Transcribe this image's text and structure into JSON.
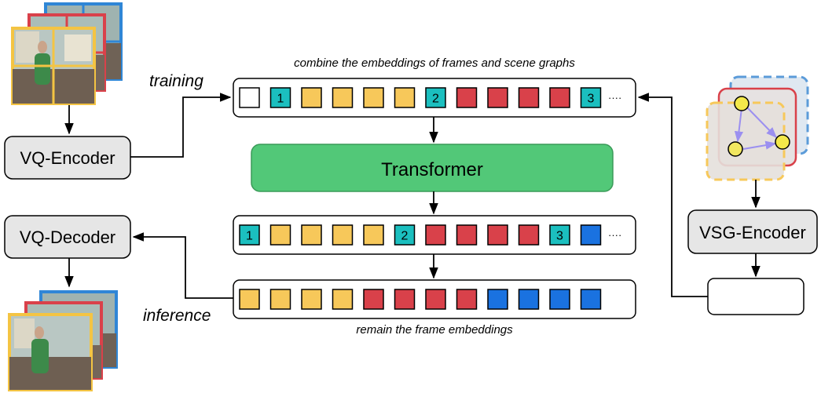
{
  "labels": {
    "combine_caption": "combine the embeddings of frames and scene graphs",
    "remain_caption": "remain the frame embeddings",
    "training": "training",
    "inference": "inference",
    "transformer": "Transformer",
    "vq_encoder": "VQ-Encoder",
    "vq_decoder": "VQ-Decoder",
    "vsg_encoder": "VSG-Encoder",
    "ellipsis": "····"
  },
  "colors": {
    "teal": "#1bbfbf",
    "yellow": "#f7c85a",
    "red": "#d9414a",
    "blue": "#1a72e0",
    "empty": "#ffffff",
    "transformer_fill": "#52c878",
    "transformer_stroke": "#3a9a58",
    "encoder_fill": "#e6e6e6",
    "graph_node": "#f3e84a",
    "graph_edge": "#9b8ff0"
  },
  "sequences": {
    "training_input": [
      {
        "color": "empty",
        "label": ""
      },
      {
        "color": "teal",
        "label": "1"
      },
      {
        "color": "yellow",
        "label": ""
      },
      {
        "color": "yellow",
        "label": ""
      },
      {
        "color": "yellow",
        "label": ""
      },
      {
        "color": "yellow",
        "label": ""
      },
      {
        "color": "teal",
        "label": "2"
      },
      {
        "color": "red",
        "label": ""
      },
      {
        "color": "red",
        "label": ""
      },
      {
        "color": "red",
        "label": ""
      },
      {
        "color": "red",
        "label": ""
      },
      {
        "color": "teal",
        "label": "3"
      }
    ],
    "transformer_output": [
      {
        "color": "teal",
        "label": "1"
      },
      {
        "color": "yellow",
        "label": ""
      },
      {
        "color": "yellow",
        "label": ""
      },
      {
        "color": "yellow",
        "label": ""
      },
      {
        "color": "yellow",
        "label": ""
      },
      {
        "color": "teal",
        "label": "2"
      },
      {
        "color": "red",
        "label": ""
      },
      {
        "color": "red",
        "label": ""
      },
      {
        "color": "red",
        "label": ""
      },
      {
        "color": "red",
        "label": ""
      },
      {
        "color": "teal",
        "label": "3"
      },
      {
        "color": "blue",
        "label": ""
      }
    ],
    "frame_embeddings": [
      {
        "color": "yellow",
        "label": ""
      },
      {
        "color": "yellow",
        "label": ""
      },
      {
        "color": "yellow",
        "label": ""
      },
      {
        "color": "yellow",
        "label": ""
      },
      {
        "color": "red",
        "label": ""
      },
      {
        "color": "red",
        "label": ""
      },
      {
        "color": "red",
        "label": ""
      },
      {
        "color": "red",
        "label": ""
      },
      {
        "color": "blue",
        "label": ""
      },
      {
        "color": "blue",
        "label": ""
      },
      {
        "color": "blue",
        "label": ""
      },
      {
        "color": "blue",
        "label": ""
      }
    ],
    "scene_graph_tokens": [
      {
        "color": "teal",
        "label": "1"
      },
      {
        "color": "teal",
        "label": "2"
      },
      {
        "color": "teal",
        "label": "3"
      }
    ]
  }
}
